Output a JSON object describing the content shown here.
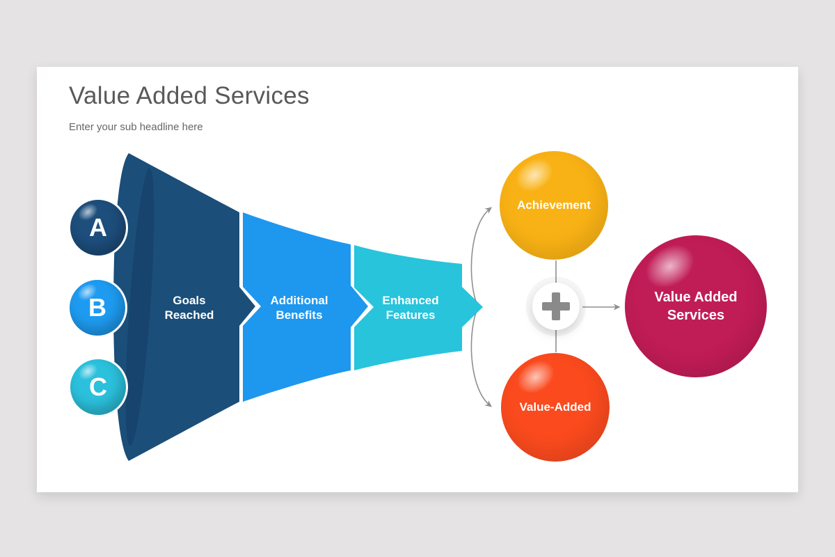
{
  "page": {
    "background": "#e5e3e4"
  },
  "slide": {
    "background": "#ffffff",
    "title": "Value Added Services",
    "subtitle": "Enter your sub headline here"
  },
  "funnel": {
    "markers": [
      {
        "label": "A",
        "color": "#1d4e7c"
      },
      {
        "label": "B",
        "color": "#1e9bf0"
      },
      {
        "label": "C",
        "color": "#2bc0dc"
      }
    ],
    "stages": [
      {
        "label": "Goals Reached",
        "color": "#1b4e79"
      },
      {
        "label": "Additional Benefits",
        "color": "#1e97ee"
      },
      {
        "label": "Enhanced Features",
        "color": "#27c4dc"
      }
    ],
    "bell_shadow": "#17446e"
  },
  "connectors": {
    "color": "#8f8f8f",
    "plus_icon": "plus",
    "plus_color": "#8a8a8a"
  },
  "outputs": {
    "top": {
      "label": "Achievement",
      "color": "#f9b215"
    },
    "bottom": {
      "label": "Value-Added",
      "color": "#fa4a1e"
    },
    "result": {
      "label": "Value Added Services",
      "color": "#c01c56"
    }
  }
}
